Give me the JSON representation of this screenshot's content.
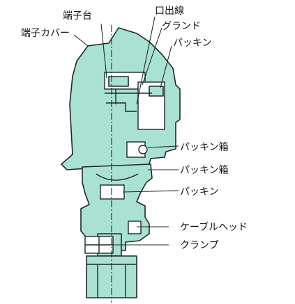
{
  "labels": {
    "terminal_block": "端子台",
    "terminal_cover": "端子カバー",
    "outlet_wire": "口出線",
    "gland": "グランド",
    "packing_top": "パッキン",
    "packing_box_1": "パッキン箱",
    "packing_box_2": "パッキン箱",
    "packing_middle": "パッキン",
    "cable_head": "ケーブルヘッド",
    "clamp": "クランプ"
  },
  "colors": {
    "body_fill": "#a9e1d2",
    "outline": "#1d2a2a",
    "background": "#ffffff"
  }
}
